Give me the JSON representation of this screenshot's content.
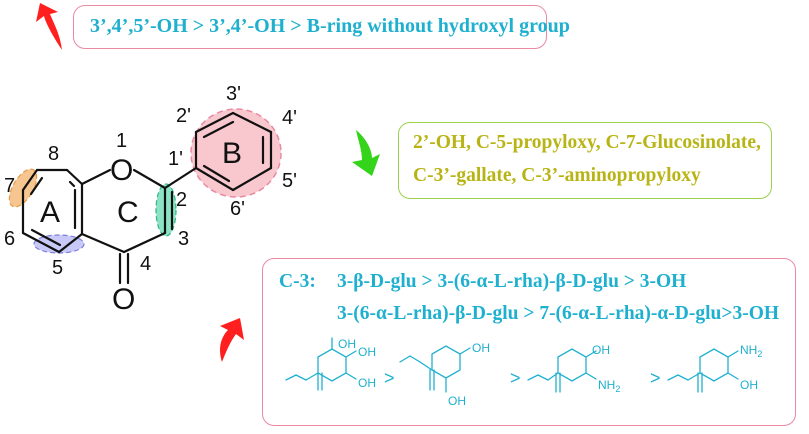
{
  "top_box": {
    "text": "3’,4’,5’-OH > 3’,4’-OH > B-ring without hydroxyl group"
  },
  "green_box": {
    "line1": "2’-OH, C-5-propyloxy, C-7-Glucosinolate,",
    "line2": "C-3’-gallate, C-3’-aminopropyloxy"
  },
  "bottom_box": {
    "prefix": "C-3:",
    "line1": "3-β-D-glu > 3-(6-α-L-rha)-β-D-glu > 3-OH",
    "line2": "3-(6-α-L-rha)-β-D-glu > 7-(6-α-L-rha)-α-D-glu>3-OH",
    "gt": ">",
    "oh": "OH",
    "nh2": "NH",
    "nh2_sub": "2"
  },
  "molecule": {
    "ring_a": "A",
    "ring_b": "B",
    "ring_c": "C",
    "o_ring": "O",
    "o_carbonyl": "O",
    "n1": "1",
    "n2": "2",
    "n3": "3",
    "n4": "4",
    "n5": "5",
    "n6": "6",
    "n7": "7",
    "n8": "8",
    "n1p": "1'",
    "n2p": "2'",
    "n3p": "3'",
    "n4p": "4'",
    "n5p": "5'",
    "n6p": "6'"
  },
  "colors": {
    "red_arrow": "#ff1f1f",
    "green_arrow": "#33d41a",
    "pink_border": "#e98aa3",
    "green_border": "#9ad14f",
    "cyan_text": "#1fb0cf",
    "olive_text": "#b8b415",
    "highlight_orange": "#f4b26b",
    "highlight_teal": "#3fcf9f",
    "highlight_blue": "#9b9cf0",
    "highlight_pink": "#f3a3ad"
  }
}
